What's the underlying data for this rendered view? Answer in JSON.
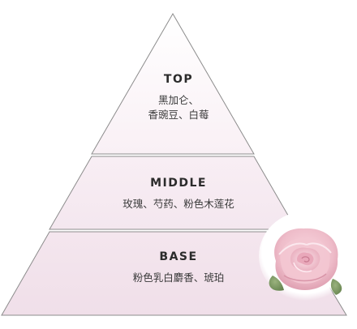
{
  "pyramid": {
    "fill_colors": {
      "top": "#fbf4f8",
      "middle": "#f6eaf1",
      "base": "#f2e2ec"
    },
    "outline_color": "#8c8c8c",
    "tiers": [
      {
        "id": "top",
        "title": "TOP",
        "notes_line1": "黑加仑、",
        "notes_line2": "香豌豆、白莓"
      },
      {
        "id": "middle",
        "title": "MIDDLE",
        "notes_line1": "玫瑰、芍药、粉色木莲花"
      },
      {
        "id": "base",
        "title": "BASE",
        "notes_line1": "粉色乳白麝香、琥珀"
      }
    ]
  },
  "decoration": {
    "image": "pink-rose-photo",
    "rose_color": "#eab3c2"
  }
}
